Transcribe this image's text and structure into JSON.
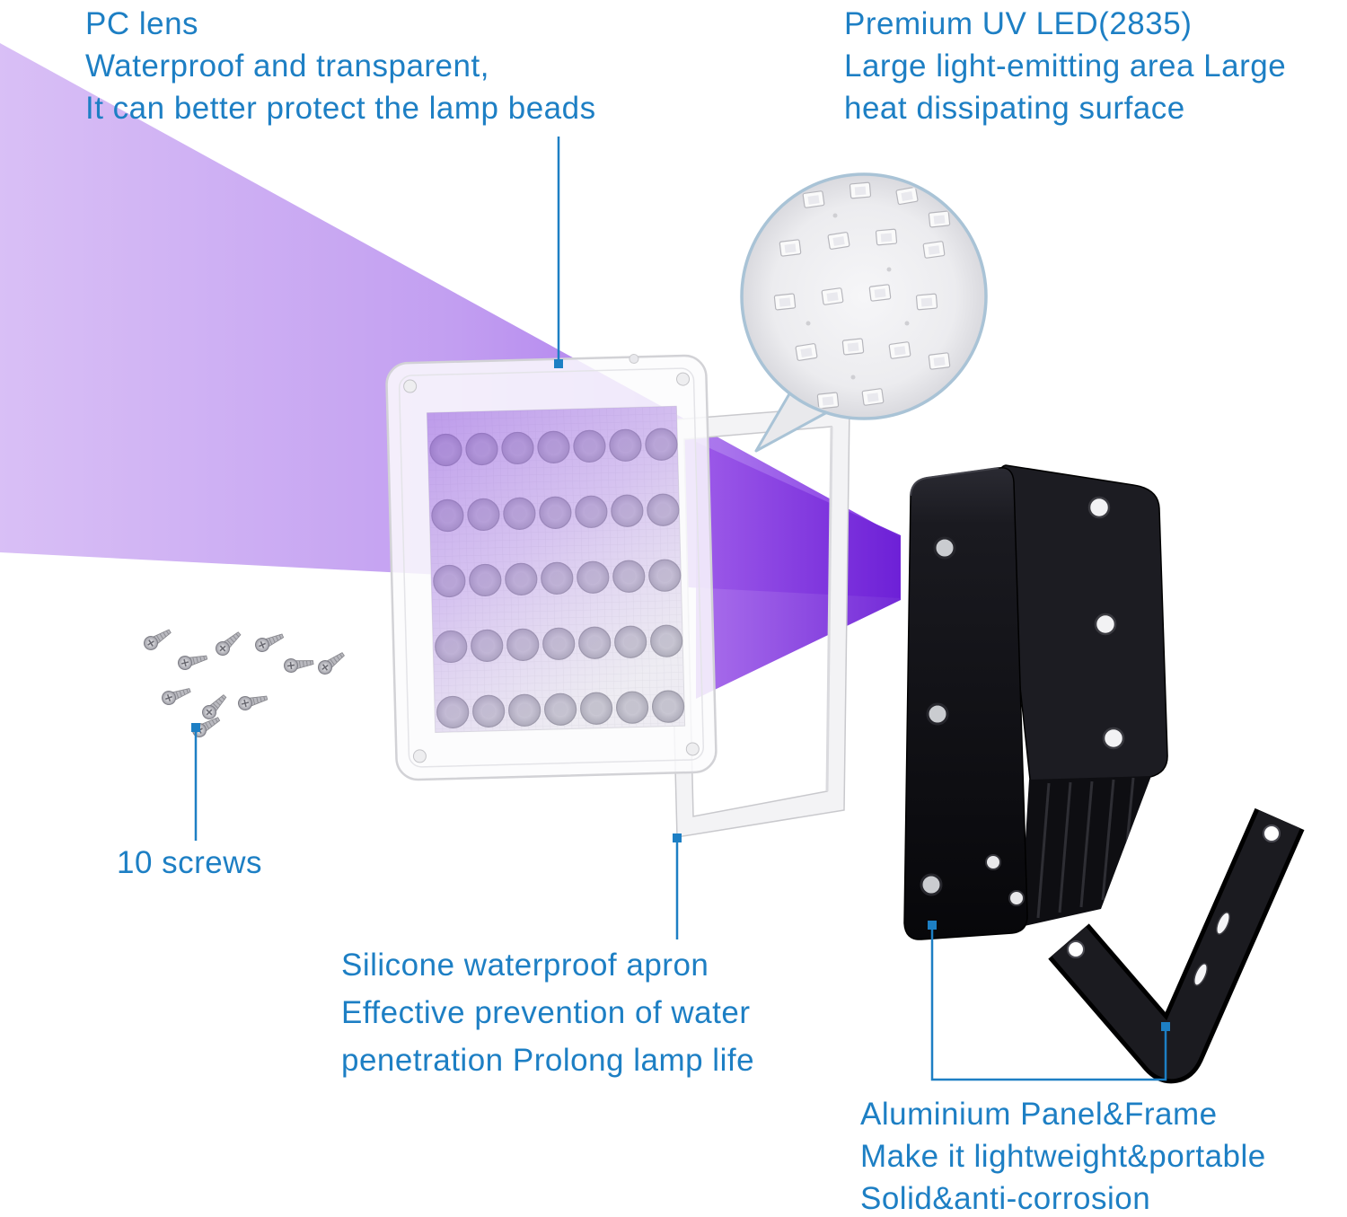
{
  "colors": {
    "label_blue": "#1d7fc4",
    "beam_purple_strong": "#7c2ae2",
    "beam_purple_light": "#ceadf3",
    "housing_black": "#121217",
    "gasket_white": "#f3f3f5"
  },
  "annotations": {
    "pc_lens": {
      "lines": [
        "PC lens",
        "Waterproof and transparent,",
        "It can better protect the lamp beads"
      ]
    },
    "uv_led": {
      "lines": [
        "Premium UV LED(2835)",
        "Large light-emitting area Large",
        "heat dissipating surface"
      ]
    },
    "screws": {
      "label": "10 screws"
    },
    "silicone": {
      "lines": [
        "Silicone waterproof apron",
        "Effective prevention of water",
        "penetration Prolong lamp life"
      ]
    },
    "aluminium": {
      "lines": [
        "Aluminium Panel&Frame",
        "Make it lightweight&portable",
        "Solid&anti-corrosion"
      ]
    }
  }
}
